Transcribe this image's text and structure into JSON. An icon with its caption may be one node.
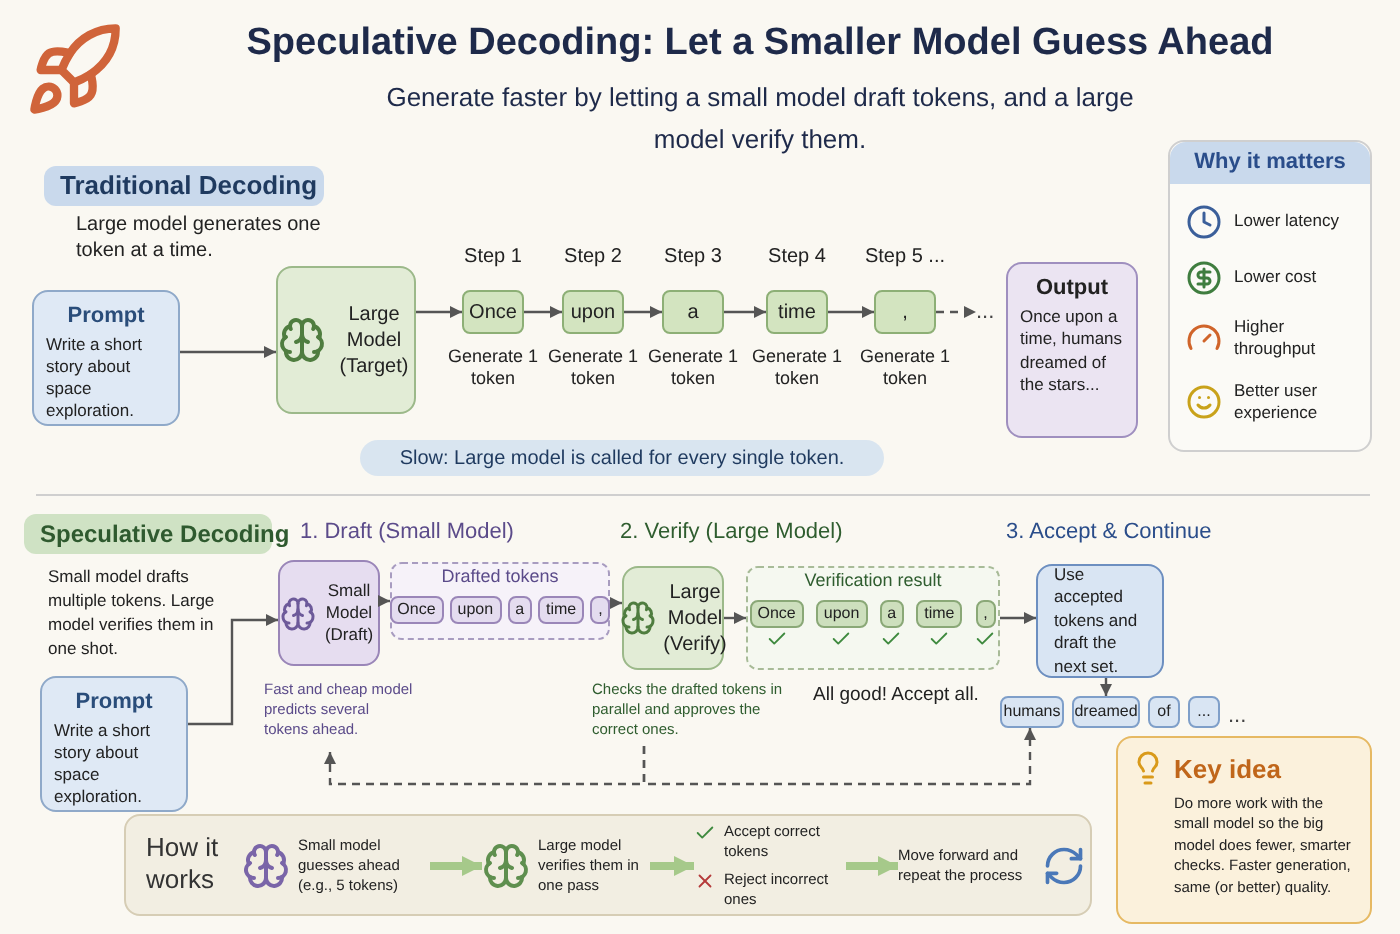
{
  "diagram": {
    "title": "Speculative Decoding: Let a Smaller Model Guess Ahead",
    "nodes": [
      {
        "text": [
          "Traditional Decoding"
        ]
      },
      {
        "text": [
          "Prompt",
          "Write a short story about space exploration."
        ]
      },
      {
        "text": [
          "Large Model (Target)"
        ]
      },
      {
        "text": [
          "Once"
        ],
        "beside": [
          "Step 1",
          "Generate 1 token"
        ]
      },
      {
        "text": [
          "upon"
        ],
        "beside": [
          "Step 2",
          "Generate 1 token"
        ]
      },
      {
        "text": [
          "a"
        ],
        "beside": [
          "Step 3",
          "Generate 1 token"
        ]
      },
      {
        "text": [
          "time"
        ],
        "beside": [
          "Step 4",
          "Generate 1 token"
        ]
      },
      {
        "text": [
          ","
        ],
        "beside": [
          "Step 5 ...",
          "Generate 1 token"
        ]
      },
      {
        "text": [
          "Output",
          "Once upon a time, humans dreamed of the stars..."
        ]
      },
      {
        "text": [
          "Slow: Large model is called for every single token."
        ]
      },
      {
        "text": [
          "Why it matters"
        ]
      },
      {
        "text": [
          "Lower latency"
        ],
        "in": 10
      },
      {
        "text": [
          "Lower cost"
        ],
        "in": 10
      },
      {
        "text": [
          "Higher throughput"
        ],
        "in": 10
      },
      {
        "text": [
          "Better user experience"
        ],
        "in": 10
      },
      {
        "text": [
          "Speculative Decoding"
        ]
      },
      {
        "text": [
          "Prompt",
          "Write a short story about space exploration."
        ]
      },
      {
        "text": [
          "Small Model (Draft)"
        ]
      },
      {
        "text": [
          "Drafted tokens"
        ]
      },
      {
        "text": [
          "Once"
        ],
        "in": 18
      },
      {
        "text": [
          "upon"
        ],
        "in": 18
      },
      {
        "text": [
          "a"
        ],
        "in": 18
      },
      {
        "text": [
          "time"
        ],
        "in": 18
      },
      {
        "text": [
          ","
        ],
        "in": 18
      },
      {
        "text": [
          "Large Model (Verify)"
        ]
      },
      {
        "text": [
          "Verification result"
        ],
        "beside": [
          "All good! Accept all."
        ]
      },
      {
        "text": [
          "Once"
        ],
        "in": 25
      },
      {
        "text": [
          "upon"
        ],
        "in": 25
      },
      {
        "text": [
          "a"
        ],
        "in": 25
      },
      {
        "text": [
          "time"
        ],
        "in": 25
      },
      {
        "text": [
          ","
        ],
        "in": 25
      },
      {
        "text": [
          "Use accepted tokens and draft the next set."
        ]
      },
      {
        "text": [
          "humans"
        ]
      },
      {
        "text": [
          "dreamed"
        ]
      },
      {
        "text": [
          "of"
        ]
      },
      {
        "text": [
          "..."
        ]
      },
      {
        "text": [
          "Fast and cheap model predicts several tokens ahead."
        ]
      },
      {
        "text": [
          "Checks the drafted tokens in parallel and approves the correct ones."
        ]
      },
      {
        "text": [
          "Key idea",
          "Do more work with the small model so the big model does fewer, smarter checks. Faster generation, same (or better) quality."
        ]
      },
      {
        "text": [
          "How it works"
        ]
      },
      {
        "text": [
          "Small model guesses ahead (e.g., 5 tokens)"
        ],
        "in": 39
      },
      {
        "text": [
          "Large model verifies them in one pass"
        ],
        "in": 39
      },
      {
        "text": [
          "Accept correct tokens",
          "Reject incorrect ones"
        ],
        "in": 39
      },
      {
        "text": [
          "Move forward and repeat the process"
        ],
        "in": 39
      },
      {
        "text": [
          "..."
        ]
      }
    ],
    "edges": [
      {
        "from": 1,
        "to": 2,
        "arrow": "to"
      },
      {
        "from": 2,
        "to": 3,
        "arrow": "to"
      },
      {
        "from": 3,
        "to": 4,
        "arrow": "to"
      },
      {
        "from": 4,
        "to": 5,
        "arrow": "to"
      },
      {
        "from": 5,
        "to": 6,
        "arrow": "to"
      },
      {
        "from": 6,
        "to": 7,
        "arrow": "to"
      },
      {
        "from": 7,
        "to": 44,
        "arrow": "to",
        "style": "dashed"
      },
      {
        "from": 16,
        "to": 17,
        "arrow": "to"
      },
      {
        "from": 17,
        "to": 18,
        "arrow": "to"
      },
      {
        "from": 18,
        "to": 24,
        "arrow": "to"
      },
      {
        "from": 24,
        "to": 25,
        "arrow": "to"
      },
      {
        "from": 25,
        "to": 31,
        "arrow": "to"
      },
      {
        "from": 31,
        "to": 33,
        "arrow": "to"
      },
      {
        "from": 37,
        "to": 36,
        "arrow": "to",
        "style": "dashed"
      },
      {
        "from": 37,
        "to": 32,
        "arrow": "to",
        "style": "dashed"
      },
      {
        "from": 40,
        "to": 41,
        "arrow": "to",
        "style": "thick",
        "color": "#a6c98a"
      },
      {
        "from": 41,
        "to": 42,
        "arrow": "to",
        "style": "thick",
        "color": "#a6c98a"
      },
      {
        "from": 42,
        "to": 43,
        "arrow": "to",
        "style": "thick",
        "color": "#a6c98a"
      }
    ],
    "labels": [
      "Generate faster by letting a small model draft tokens, and a large model verify them.",
      "Large model generates one token at a time.",
      "Small model drafts multiple tokens. Large model verifies them in one shot.",
      "1. Draft (Small Model)",
      "2. Verify (Large Model)",
      "3. Accept & Continue",
      "..."
    ]
  }
}
